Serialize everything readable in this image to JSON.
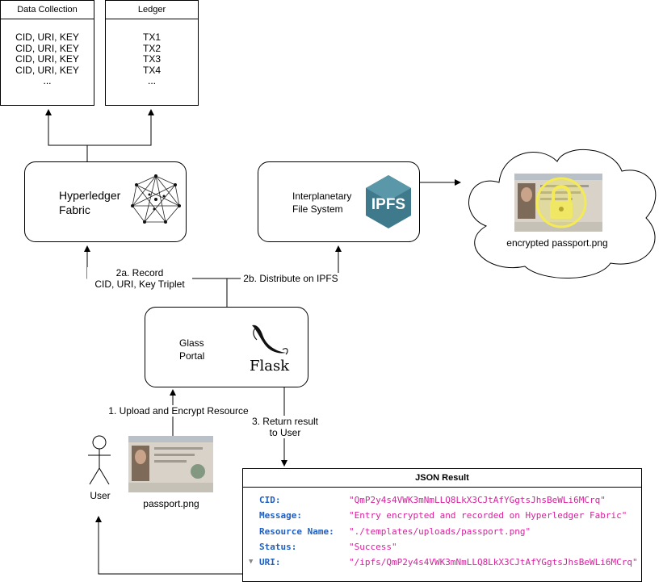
{
  "data_collection": {
    "title": "Data Collection",
    "rows": [
      "CID, URI, KEY",
      "CID, URI, KEY",
      "CID, URI, KEY",
      "CID, URI, KEY",
      "..."
    ]
  },
  "ledger": {
    "title": "Ledger",
    "rows": [
      "TX1",
      "TX2",
      "TX3",
      "TX4",
      "..."
    ]
  },
  "hyperledger": {
    "line1": "Hyperledger",
    "line2": "Fabric"
  },
  "ipfs": {
    "line1": "Interplanetary",
    "line2": "File System",
    "logo_text": "IPFS"
  },
  "encrypted_label": "encrypted passport.png",
  "glass": {
    "line1": "Glass",
    "line2": "Portal",
    "logo_text": "Flask"
  },
  "edges": {
    "record_line1": "2a. Record",
    "record_line2": "CID, URI, Key Triplet",
    "distribute": "2b. Distribute on IPFS",
    "upload": "1. Upload and Encrypt Resource",
    "return_line1": "3. Return result",
    "return_line2": "to User"
  },
  "user_label": "User",
  "passport_label": "passport.png",
  "json_result": {
    "title": "JSON Result",
    "rows": [
      {
        "key": "CID:",
        "value": "\"QmP2y4s4VWK3mNmLLQ8LkX3CJtAfYGgtsJhsBeWLi6MCrq\""
      },
      {
        "key": "Message:",
        "value": "\"Entry encrypted and recorded on Hyperledger Fabric\""
      },
      {
        "key": "Resource Name:",
        "value": "\"./templates/uploads/passport.png\""
      },
      {
        "key": "Status:",
        "value": "\"Success\""
      },
      {
        "key": "URI:",
        "value": "\"/ipfs/QmP2y4s4VWK3mNmLLQ8LkX3CJtAfYGgtsJhsBeWLi6MCrq\""
      }
    ]
  },
  "colors": {
    "json_key": "#1f5fbf",
    "json_value": "#d6229c",
    "ipfs_logo": "#3f7a8c",
    "lock_glow": "#f4ea55"
  },
  "icons": [
    "hyperledger-network-icon",
    "ipfs-logo-icon",
    "flask-logo-icon",
    "padlock-icon",
    "user-stick-figure-icon",
    "expand-triangle-icon"
  ]
}
